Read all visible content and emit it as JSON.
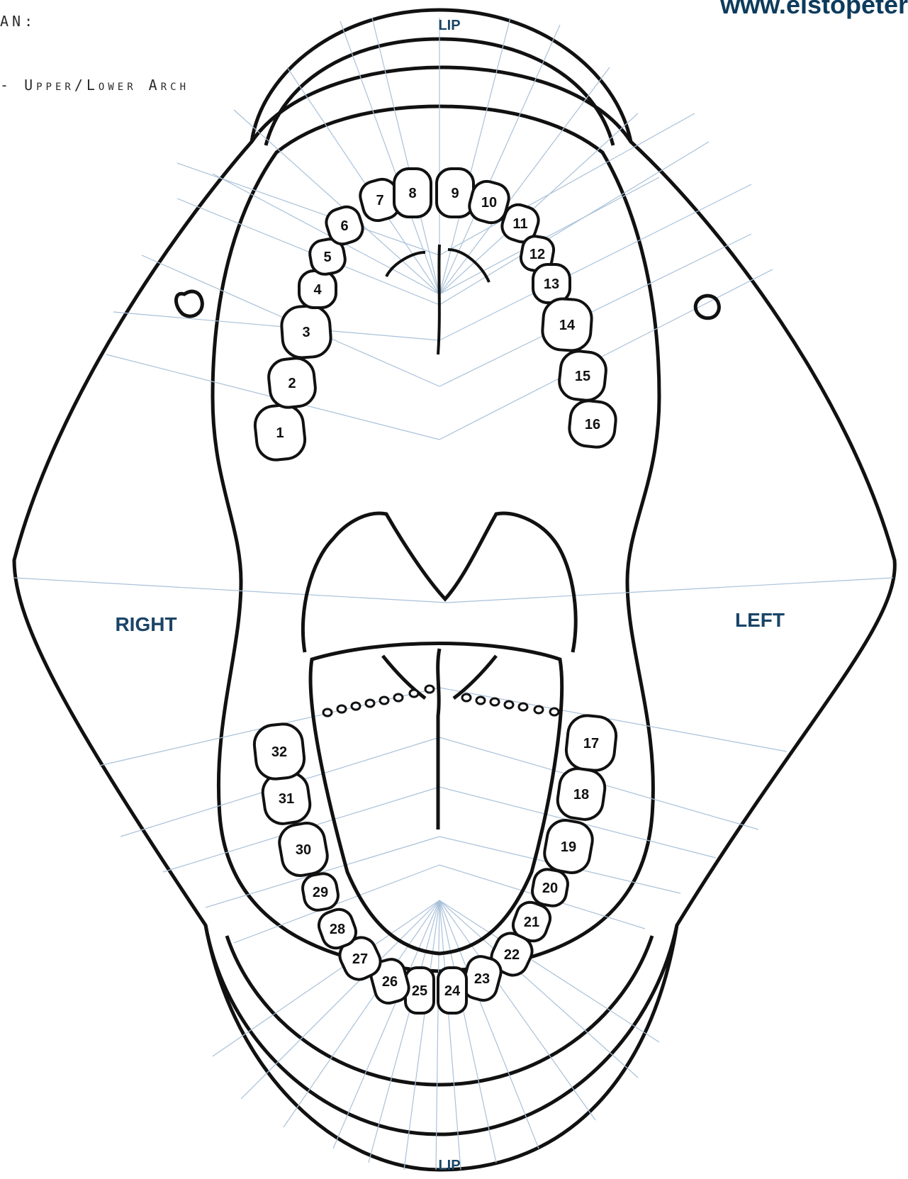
{
  "header": {
    "line1": "AN:",
    "line2": "- Upper/Lower Arch"
  },
  "brand_text": "www.elstopeter",
  "labels": {
    "lip_top": "LIP",
    "lip_bottom": "LIP",
    "right": "RIGHT",
    "left": "LEFT"
  },
  "teeth": {
    "upper": [
      "1",
      "2",
      "3",
      "4",
      "5",
      "6",
      "7",
      "8",
      "9",
      "10",
      "11",
      "12",
      "13",
      "14",
      "15",
      "16"
    ],
    "lower": [
      "17",
      "18",
      "19",
      "20",
      "21",
      "22",
      "23",
      "24",
      "25",
      "26",
      "27",
      "28",
      "29",
      "30",
      "31",
      "32"
    ]
  },
  "colors": {
    "label": "#1a4466",
    "grid_line": "#a9c1d9",
    "outline": "#111111"
  }
}
